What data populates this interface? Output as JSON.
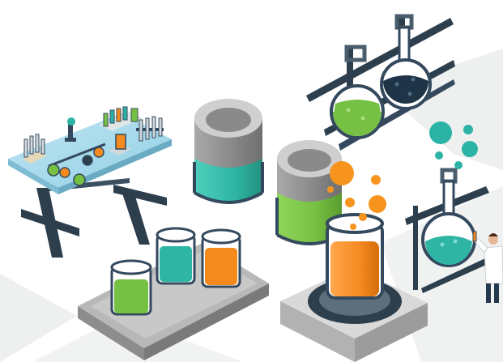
{
  "scene": {
    "title": "",
    "colors": {
      "background": "#ffffff",
      "floor_tile": "#eef0f0",
      "steel_dark": "#2d3e4d",
      "steel_mid": "#4a5d6c",
      "steel_light": "#6f8291",
      "table_top": "#a9dcee",
      "table_top_edge": "#7fbcd3",
      "concrete_light": "#d6d6d6",
      "concrete_mid": "#b5b5b5",
      "concrete_dark": "#8d8d8d",
      "tray": "#9a9a9a",
      "liquid_green": "#76c043",
      "liquid_teal": "#2fb5a3",
      "liquid_orange": "#f58a1f",
      "liquid_navy": "#1f3447",
      "glass_outline": "#34495e",
      "bubble_orange": "#f7941d",
      "bubble_teal": "#2bb3a6",
      "scientist_coat": "#ffffff",
      "scientist_pants": "#24394d",
      "scientist_hair": "#4a2a14"
    },
    "objects": [
      {
        "name": "lab-table",
        "kind": "workbench"
      },
      {
        "name": "flask-rack",
        "kind": "rack",
        "flasks": [
          "green",
          "navy"
        ]
      },
      {
        "name": "teal-canister",
        "kind": "container",
        "liquid": "teal"
      },
      {
        "name": "green-canister",
        "kind": "container",
        "liquid": "green"
      },
      {
        "name": "beaker-tray",
        "kind": "tray",
        "beakers": [
          "green",
          "teal",
          "orange"
        ]
      },
      {
        "name": "orange-beaker-on-heater",
        "kind": "heater",
        "liquid": "orange"
      },
      {
        "name": "teal-flask-stand",
        "kind": "stand",
        "liquid": "teal"
      },
      {
        "name": "scientist",
        "kind": "person"
      }
    ]
  }
}
